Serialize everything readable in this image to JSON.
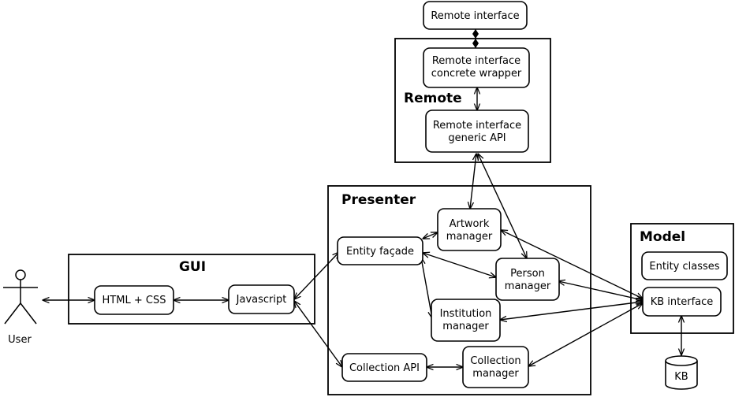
{
  "groups": {
    "remote": "Remote",
    "presenter": "Presenter",
    "gui": "GUI",
    "model": "Model"
  },
  "nodes": {
    "remote_interface": "Remote interface",
    "remote_wrapper": [
      "Remote interface",
      "concrete wrapper"
    ],
    "remote_generic_api": [
      "Remote interface",
      "generic API"
    ],
    "artwork_manager": [
      "Artwork",
      "manager"
    ],
    "entity_facade": "Entity façade",
    "person_manager": [
      "Person",
      "manager"
    ],
    "institution_manager": [
      "Institution",
      "manager"
    ],
    "collection_api": "Collection API",
    "collection_manager": [
      "Collection",
      "manager"
    ],
    "html_css": "HTML + CSS",
    "javascript": "Javascript",
    "entity_classes": "Entity classes",
    "kb_interface": "KB interface",
    "kb": "KB"
  },
  "actor": {
    "label": "User"
  }
}
